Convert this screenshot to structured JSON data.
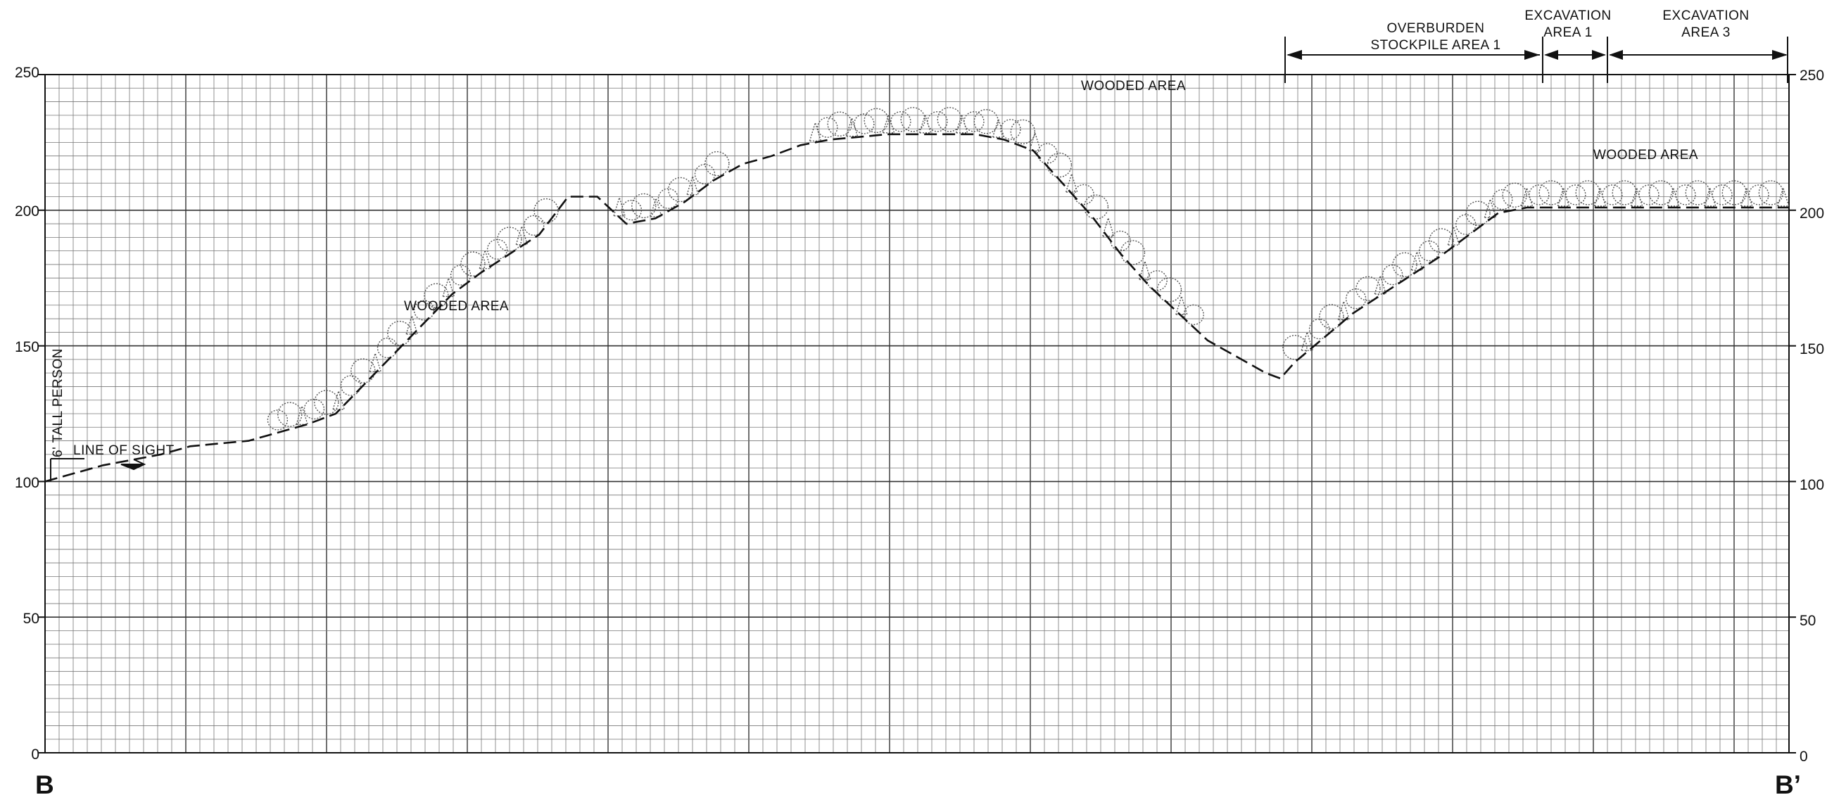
{
  "section": {
    "start": "B",
    "end": "B’"
  },
  "axis": {
    "y_range": [
      0,
      250
    ],
    "major_step": 50,
    "left_ticks": [
      "250",
      "200",
      "150",
      "100",
      "50",
      "0"
    ],
    "right_ticks": [
      "250",
      "200",
      "150",
      "100",
      "50",
      "0"
    ]
  },
  "observer": {
    "height_label": "6' TALL PERSON",
    "sight_label": "LINE OF SIGHT"
  },
  "labels": {
    "wooded_1": "WOODED AREA",
    "wooded_2": "WOODED AREA",
    "wooded_3": "WOODED AREA",
    "stockpile_line1": "OVERBURDEN",
    "stockpile_line2": "STOCKPILE AREA 1",
    "exc1_line1": "EXCAVATION",
    "exc1_line2": "AREA 1",
    "exc3_line1": "EXCAVATION",
    "exc3_line2": "AREA 3"
  },
  "colors": {
    "line": "#111111",
    "grid_minor": "#777777",
    "grid_major": "#333333",
    "tree": "#555555"
  },
  "chart_data": {
    "type": "line",
    "xlabel": "",
    "ylabel": "",
    "ylim": [
      0,
      250
    ],
    "grid": true,
    "series": [
      {
        "x": [
          0,
          10,
          20,
          30,
          40,
          50,
          60,
          70,
          80,
          90,
          100,
          110,
          120,
          130,
          140,
          150,
          160,
          170,
          180,
          190,
          200,
          210,
          220,
          225,
          230,
          240,
          250,
          260,
          270,
          280,
          290,
          300,
          310,
          320,
          330,
          340,
          350,
          360,
          370,
          380,
          390,
          400,
          410,
          420,
          425,
          430,
          440,
          450,
          460,
          470,
          480,
          490,
          500,
          510,
          520,
          530,
          540,
          550,
          560,
          570,
          580,
          590,
          600
        ],
        "y": [
          100,
          103,
          106,
          108,
          110,
          113,
          114,
          115,
          118,
          121,
          125,
          136,
          147,
          158,
          169,
          177,
          184,
          191,
          205,
          205,
          195,
          197,
          203,
          207,
          211,
          217,
          220,
          224,
          226,
          227,
          228,
          228,
          228,
          228,
          226,
          222,
          210,
          198,
          184,
          172,
          162,
          152,
          146,
          140,
          138,
          144,
          153,
          162,
          169,
          176,
          183,
          191,
          199,
          201,
          201,
          201,
          201,
          201,
          201,
          201,
          201,
          201,
          201
        ]
      }
    ]
  }
}
